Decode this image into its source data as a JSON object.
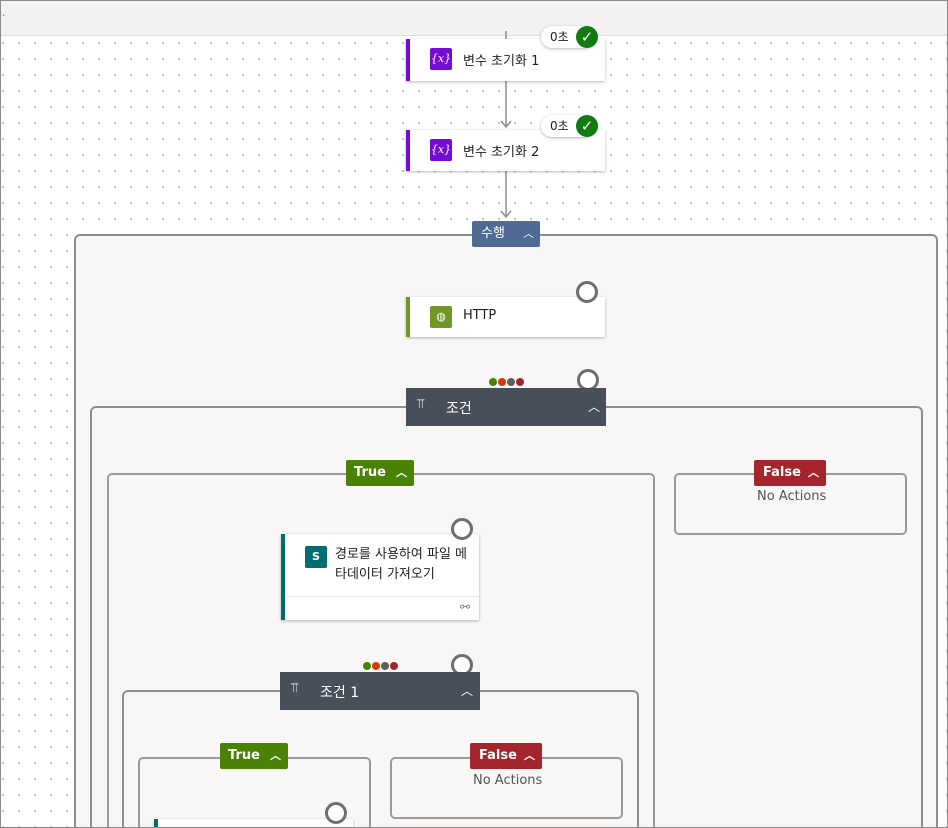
{
  "steps": {
    "init1": {
      "label": "변수 초기화 1",
      "duration": "0초"
    },
    "init2": {
      "label": "변수 초기화 2",
      "duration": "0초"
    }
  },
  "scope": {
    "label": "수행"
  },
  "http": {
    "label": "HTTP"
  },
  "condition": {
    "label": "조건"
  },
  "branches": {
    "true_label": "True",
    "false_label": "False",
    "no_actions": "No Actions"
  },
  "get_file": {
    "label": "경로를 사용하여 파일 메타데이터 가져오기"
  },
  "condition1": {
    "label": "조건 1"
  },
  "run_after_colors": [
    "#498205",
    "#d83b01",
    "#605e5c",
    "#a4262c"
  ],
  "icons": {
    "variable": "variable-icon",
    "http": "http-globe-icon",
    "condition": "condition-icon",
    "sharepoint": "sharepoint-icon",
    "link": "link-icon"
  }
}
